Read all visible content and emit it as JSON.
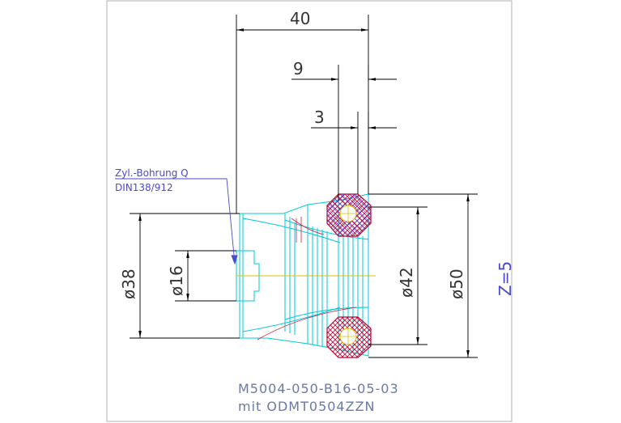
{
  "dimensions": {
    "length_total": "40",
    "length_9": "9",
    "length_3": "3",
    "dia_38": "ø38",
    "dia_16": "ø16",
    "dia_42": "ø42",
    "dia_50": "ø50"
  },
  "teeth": "Z=5",
  "note": {
    "line1": "Zyl.-Bohrung Q",
    "line2": "DIN138/912"
  },
  "part_number": {
    "line1": "M5004-050-B16-05-03",
    "line2": "mit  ODMT0504ZZN"
  },
  "colors": {
    "frame": "#aaaaaa",
    "dimension": "#000000",
    "body": "#00c8d8",
    "insert": "#c00030",
    "axis": "#d8c000",
    "label_blue": "#4a4acc",
    "part_text": "#6a7aa8"
  }
}
